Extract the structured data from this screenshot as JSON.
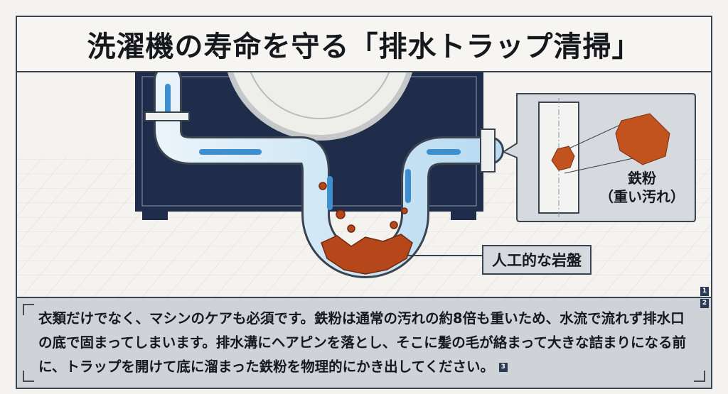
{
  "title": "洗濯機の寿命を守る「排水トラップ清掃」",
  "labels": {
    "iron_powder": "鉄粉",
    "iron_powder_sub": "（重い汚れ）",
    "artificial_bedrock": "人工的な岩盤"
  },
  "caption": {
    "text": "衣類だけでなく、マシンのケアも必須です。鉄粉は通常の汚れの約8倍も重いため、水流で流れず排水口の底で固まってしまいます。排水溝にヘアピンを落とし、そこに髪の毛が絡まって大きな詰まりになる前に、トラップを開けて底に溜まった鉄粉を物理的にかき出してください。",
    "citation": "3"
  },
  "markers": [
    "1",
    "2"
  ],
  "colors": {
    "navy": "#1f2d4a",
    "rust": "#c2531f",
    "water": "#7ec3ea",
    "panel": "#cfd2d6"
  }
}
